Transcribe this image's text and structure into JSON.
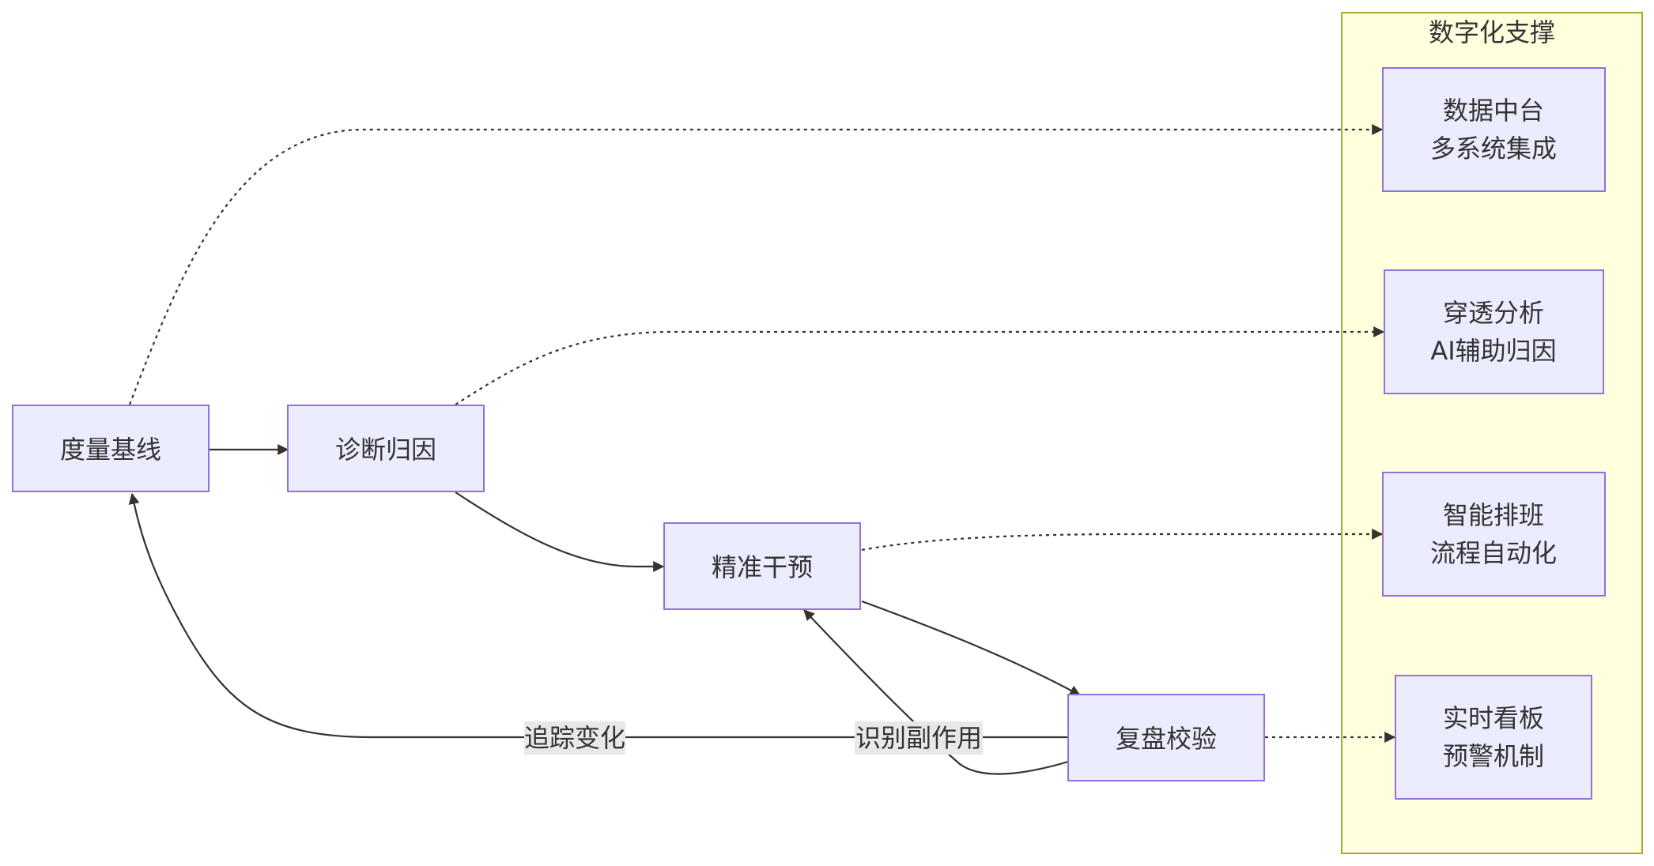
{
  "cluster": {
    "title": "数字化支撑"
  },
  "nodes": {
    "baseline": "度量基线",
    "diagnose": "诊断归因",
    "intervene": "精准干预",
    "review": "复盘校验",
    "s1_line1": "数据中台",
    "s1_line2": "多系统集成",
    "s2_line1": "穿透分析",
    "s2_line2": "AI辅助归因",
    "s3_line1": "智能排班",
    "s3_line2": "流程自动化",
    "s4_line1": "实时看板",
    "s4_line2": "预警机制"
  },
  "edge_labels": {
    "track": "追踪变化",
    "side_effects": "识别副作用"
  },
  "colors": {
    "node_fill": "#ececff",
    "node_stroke": "#9370db",
    "cluster_fill": "#ffffde",
    "cluster_stroke": "#aaaa33",
    "edge": "#333333",
    "label_bg": "#e8e8e8"
  }
}
